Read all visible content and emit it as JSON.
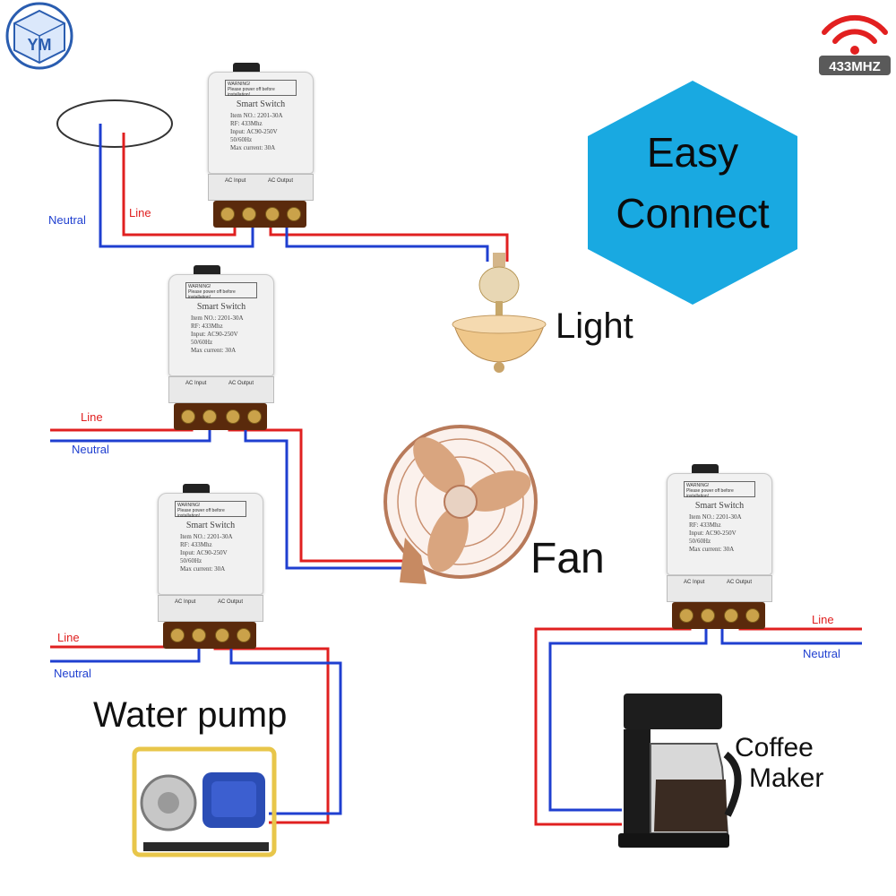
{
  "logo": {
    "text": "YM"
  },
  "badge": {
    "text": "433MHZ"
  },
  "hexagon": {
    "line1": "Easy",
    "line2": "Connect",
    "color": "#19a9e1"
  },
  "wire_colors": {
    "line": "#e02020",
    "neutral": "#1f3fd0"
  },
  "switch_label": {
    "warning": "WARNING!",
    "warning_note": "Please power off before installation!",
    "title": "Smart Switch",
    "item": "Item NO.: 2201-30A",
    "rf": "RF: 433Mhz",
    "input": "Input: AC90-250V",
    "freq": "50/60Hz",
    "current": "Max current: 30A",
    "term_in": "AC Input",
    "term_out": "AC Output"
  },
  "circuits": {
    "light": {
      "device": "Light",
      "line": "Line",
      "neutral": "Neutral"
    },
    "fan": {
      "device": "Fan",
      "line": "Line",
      "neutral": "Neutral"
    },
    "pump": {
      "device": "Water pump",
      "line": "Line",
      "neutral": "Neutral"
    },
    "coffee": {
      "device_line1": "Coffee",
      "device_line2": "Maker",
      "line": "Line",
      "neutral": "Neutral"
    }
  }
}
